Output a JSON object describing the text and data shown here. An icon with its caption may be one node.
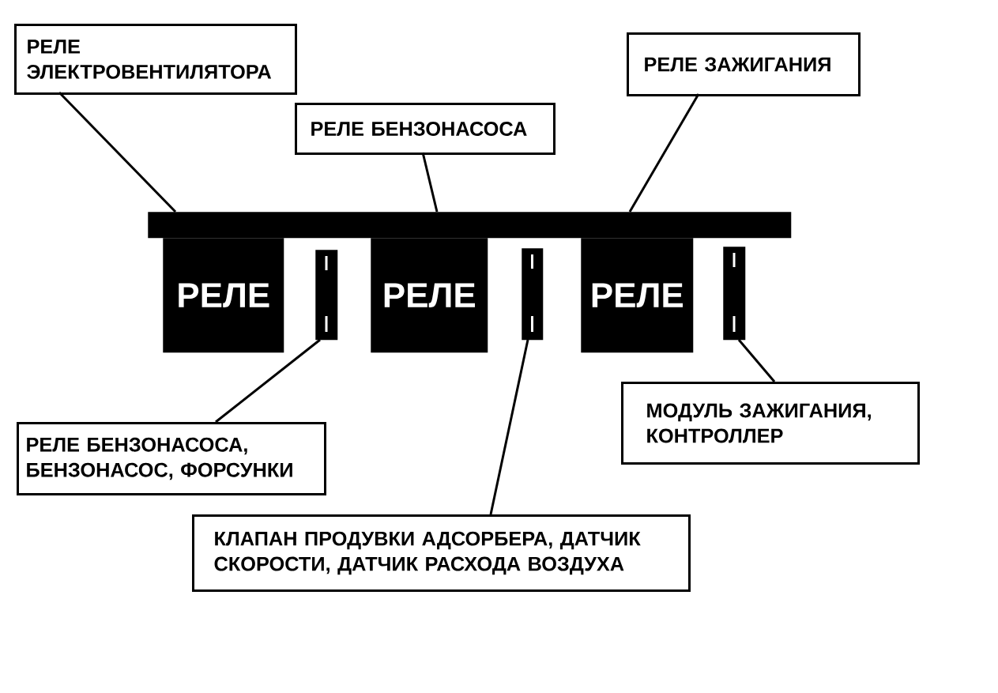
{
  "diagram": {
    "nodes": [
      {
        "text": [
          "РЕЛЕ ЭЛЕКТРОВЕНТИЛЯТОРА"
        ]
      },
      {
        "text": [
          "РЕЛЕ ЗАЖИГАНИЯ"
        ]
      },
      {
        "text": [
          "РЕЛЕ БЕНЗОНАСОСА"
        ]
      },
      {
        "text": [],
        "shape": "bar"
      },
      {
        "text": [
          "РЕЛЕ"
        ]
      },
      {
        "text": [
          "РЕЛЕ"
        ]
      },
      {
        "text": [
          "РЕЛЕ"
        ]
      },
      {
        "text": [],
        "shape": "box"
      },
      {
        "text": [],
        "shape": "box"
      },
      {
        "text": [],
        "shape": "box"
      },
      {
        "text": [
          "МОДУЛЬ ЗАЖИГАНИЯ, КОНТРОЛЛЕР"
        ]
      },
      {
        "text": [
          "РЕЛЕ БЕНЗОНАСОСА, БЕНЗОНАСОС, ФОРСУНКИ"
        ]
      },
      {
        "text": [
          "КЛАПАН ПРОДУВКИ АДСОРБЕРА, ДАТЧИК СКОРОСТИ, ДАТЧИК РАСХОДА ВОЗДУХА"
        ]
      }
    ],
    "edges": [
      {
        "from": 0,
        "to": 3,
        "arrow": "none"
      },
      {
        "from": 2,
        "to": 3,
        "arrow": "none"
      },
      {
        "from": 1,
        "to": 3,
        "arrow": "none"
      },
      {
        "from": 11,
        "to": 7,
        "arrow": "none"
      },
      {
        "from": 12,
        "to": 8,
        "arrow": "none"
      },
      {
        "from": 10,
        "to": 9,
        "arrow": "none"
      }
    ]
  }
}
